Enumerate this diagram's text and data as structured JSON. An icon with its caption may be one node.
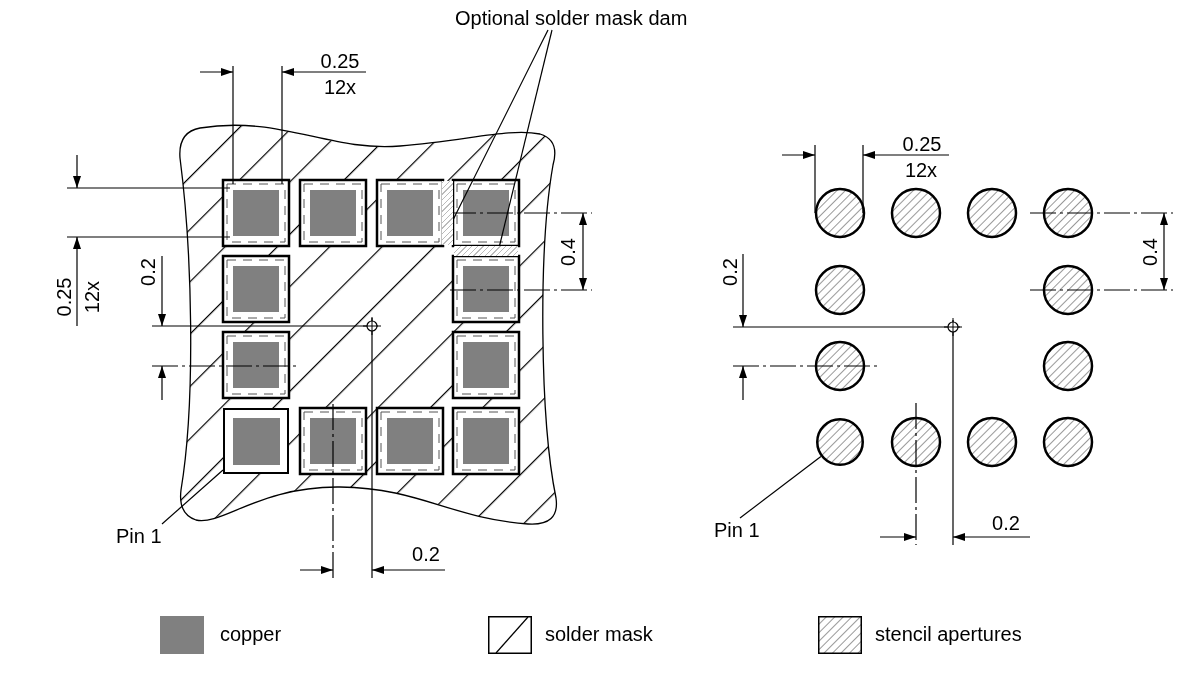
{
  "diagram": {
    "nodes": [
      {
        "text": [
          "Optional solder mask dam"
        ]
      },
      {
        "text": [],
        "shape": "bar"
      },
      {
        "text": [],
        "shape": "bar"
      },
      {
        "text": [
          "Pin 1"
        ]
      },
      {
        "text": [],
        "shape": "box"
      },
      {
        "text": [
          "Pin 1"
        ]
      },
      {
        "text": [],
        "shape": "circle"
      }
    ],
    "edges": [
      {
        "from": 0,
        "to": 1,
        "arrow": "none"
      },
      {
        "from": 0,
        "to": 2,
        "arrow": "none"
      },
      {
        "from": 3,
        "to": 4,
        "arrow": "none"
      },
      {
        "from": 5,
        "to": 6,
        "arrow": "none"
      }
    ],
    "labels": [
      "0.25",
      "12x",
      "0.25",
      "12x",
      "0.2",
      "0.4",
      "0.2",
      "0.25",
      "12x",
      "0.2",
      "0.4",
      "0.2"
    ],
    "legend": [
      {
        "text": "copper",
        "color": "#808080"
      },
      {
        "text": "solder mask"
      },
      {
        "text": "stencil apertures"
      }
    ]
  }
}
